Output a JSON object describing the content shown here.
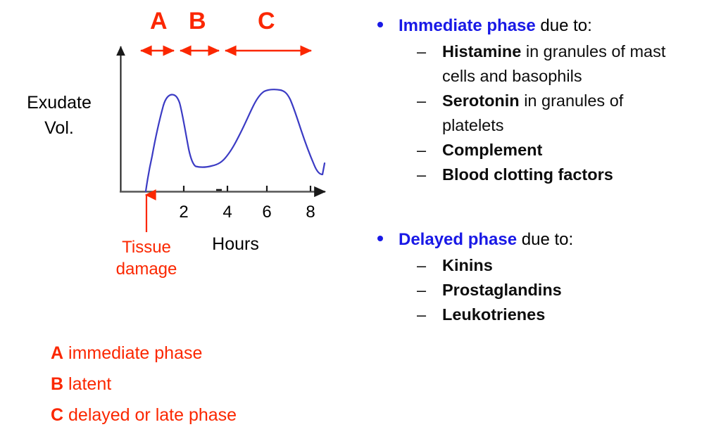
{
  "figure": {
    "y_axis_title_line1": "Exudate",
    "y_axis_title_line2": "Vol.",
    "x_axis_title": "Hours",
    "tissue_damage_line1": "Tissue",
    "tissue_damage_line2": "damage",
    "phase_markers": [
      {
        "letter": "A",
        "name": "phase-marker-a"
      },
      {
        "letter": "B",
        "name": "phase-marker-b"
      },
      {
        "letter": "C",
        "name": "phase-marker-c"
      }
    ],
    "tick_labels": [
      "2",
      "4",
      "6",
      "8"
    ],
    "colors": {
      "curve": "#3b3bc4",
      "accent_red": "#fb2700",
      "accent_blue": "#1919e6",
      "axis": "#333333"
    }
  },
  "chart_data": {
    "type": "line",
    "title": "",
    "xlabel": "Hours",
    "ylabel": "Exudate Vol.",
    "xlim": [
      0,
      9.6
    ],
    "ylim": [
      0,
      1.0
    ],
    "grid": false,
    "legend_position": "below-left",
    "xticks": [
      2,
      4,
      6,
      8
    ],
    "yticks": [],
    "annotations": [
      {
        "text": "Tissue damage",
        "x": 0.45,
        "y": 0,
        "color": "#fb2700",
        "type": "arrow-up"
      },
      {
        "text": "A",
        "x_range": [
          0.1,
          1.9
        ],
        "color": "#fb2700",
        "type": "span-arrow"
      },
      {
        "text": "B",
        "x_range": [
          2.0,
          4.1
        ],
        "color": "#fb2700",
        "type": "span-arrow"
      },
      {
        "text": "C",
        "x_range": [
          4.2,
          8.7
        ],
        "color": "#fb2700",
        "type": "span-arrow"
      }
    ],
    "series": [
      {
        "name": "Exudate volume",
        "color": "#3b3bc4",
        "x": [
          0.45,
          0.6,
          0.8,
          1.0,
          1.2,
          1.4,
          1.55,
          1.75,
          1.95,
          2.15,
          2.4,
          2.7,
          3.0,
          3.4,
          3.8,
          4.2,
          4.6,
          5.0,
          5.4,
          5.8,
          6.2,
          6.6,
          6.9,
          7.3,
          7.7,
          8.1,
          8.5,
          8.9,
          9.15
        ],
        "y": [
          0.0,
          0.22,
          0.44,
          0.58,
          0.72,
          0.86,
          0.95,
          0.96,
          0.94,
          0.72,
          0.45,
          0.32,
          0.29,
          0.29,
          0.32,
          0.4,
          0.55,
          0.7,
          0.84,
          0.93,
          0.97,
          0.97,
          0.94,
          0.88,
          0.76,
          0.62,
          0.48,
          0.37,
          0.33
        ]
      }
    ]
  },
  "legend": [
    {
      "key": "A",
      "text": " immediate phase"
    },
    {
      "key": "B",
      "text": " latent"
    },
    {
      "key": "C",
      "text": " delayed or late phase"
    }
  ],
  "bullets": [
    {
      "heading_highlight": "Immediate phase",
      "heading_rest": " due to:",
      "items": [
        {
          "dash": "–",
          "bold": "Histamine",
          "rest": " in granules of mast",
          "continuation": "cells and basophils"
        },
        {
          "dash": "–",
          "bold": "Serotonin",
          "rest": " in granules of",
          "continuation": "platelets"
        },
        {
          "dash": "–",
          "bold": "Complement",
          "rest": "",
          "continuation": ""
        },
        {
          "dash": "–",
          "bold": "Blood clotting factors",
          "rest": "",
          "continuation": ""
        }
      ]
    },
    {
      "heading_highlight": "Delayed phase",
      "heading_rest": " due to:",
      "items": [
        {
          "dash": "–",
          "bold": "Kinins",
          "rest": "",
          "continuation": ""
        },
        {
          "dash": "–",
          "bold": "Prostaglandins",
          "rest": "",
          "continuation": ""
        },
        {
          "dash": "–",
          "bold": "Leukotrienes",
          "rest": "",
          "continuation": ""
        }
      ]
    }
  ]
}
